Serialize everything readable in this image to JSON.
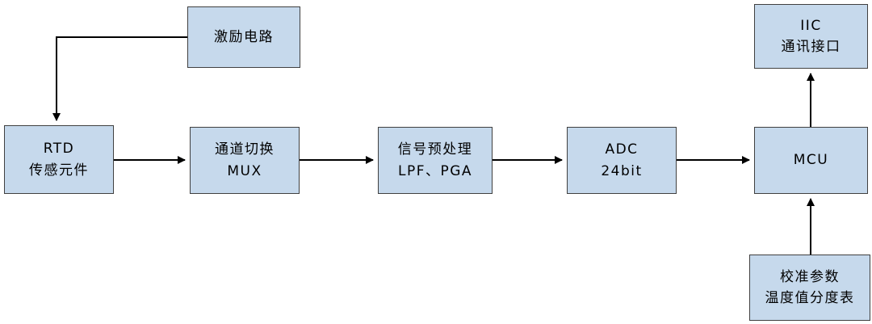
{
  "diagram": {
    "colors": {
      "block_fill": "#c6d9ec",
      "block_border": "#404040",
      "arrow": "#000000",
      "background": "#ffffff"
    },
    "blocks": {
      "excitation": {
        "lines": [
          "激励电路"
        ]
      },
      "rtd": {
        "lines": [
          "RTD",
          "传感元件"
        ]
      },
      "mux": {
        "lines": [
          "通道切换",
          "MUX"
        ]
      },
      "pre": {
        "lines": [
          "信号预处理",
          "LPF、PGA"
        ]
      },
      "adc": {
        "lines": [
          "ADC",
          "24bit"
        ]
      },
      "mcu": {
        "lines": [
          "MCU"
        ]
      },
      "iic": {
        "lines": [
          "IIC",
          "通讯接口"
        ]
      },
      "cal": {
        "lines": [
          "校准参数",
          "温度值分度表"
        ]
      }
    },
    "edges": [
      {
        "from": "excitation",
        "to": "rtd"
      },
      {
        "from": "rtd",
        "to": "mux"
      },
      {
        "from": "mux",
        "to": "pre"
      },
      {
        "from": "pre",
        "to": "adc"
      },
      {
        "from": "adc",
        "to": "mcu"
      },
      {
        "from": "mcu",
        "to": "iic"
      },
      {
        "from": "cal",
        "to": "mcu"
      }
    ]
  }
}
